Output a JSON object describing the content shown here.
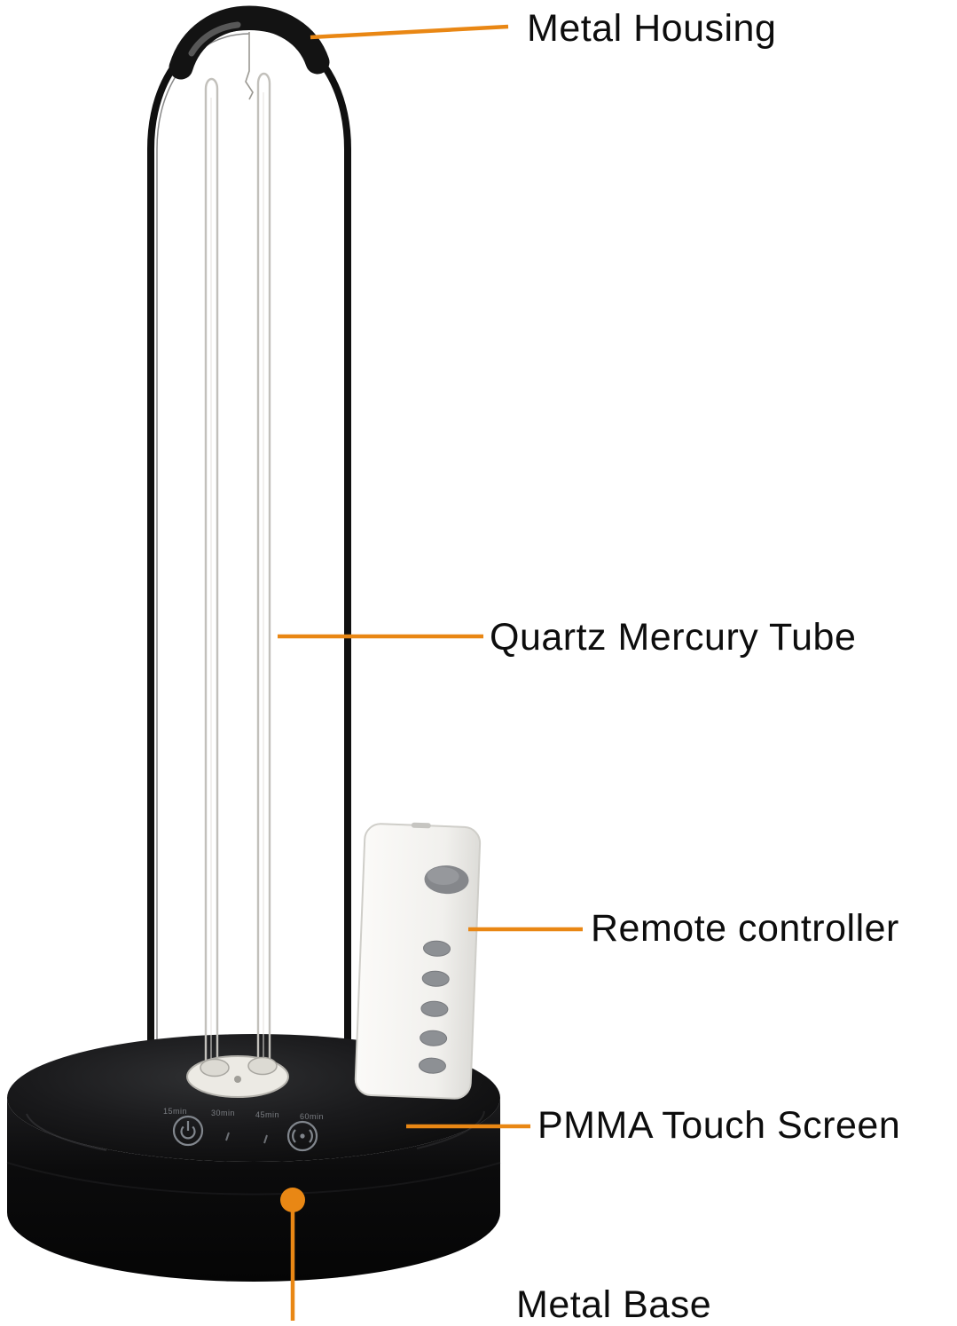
{
  "page": {
    "background": "#ffffff"
  },
  "callouts": {
    "metal_housing": {
      "label": "Metal Housing"
    },
    "quartz_mercury_tube": {
      "label": "Quartz Mercury Tube"
    },
    "remote_controller": {
      "label": "Remote controller"
    },
    "pmma_touch_screen": {
      "label": "PMMA Touch Screen"
    },
    "metal_base": {
      "label": "Metal Base"
    }
  },
  "base_panel": {
    "timer_labels": [
      "15min",
      "30min",
      "45min",
      "60min"
    ],
    "icons": [
      "power-touch-icon",
      "remote-signal-touch-icon"
    ]
  },
  "device": {
    "parts": [
      "metal-housing-cap",
      "metal-frame",
      "quartz-mercury-tube",
      "ceramic-lamp-holder",
      "metal-base-disc",
      "remote-controller"
    ]
  },
  "colors": {
    "callout_line": "#E98714",
    "lamp_black": "#101010",
    "base_black": "#0c0c0c",
    "tube_gray": "#c2c0bb",
    "remote_body": "#f3f2ef",
    "remote_button": "#8d9094",
    "label_text": "#0d0d0d"
  }
}
